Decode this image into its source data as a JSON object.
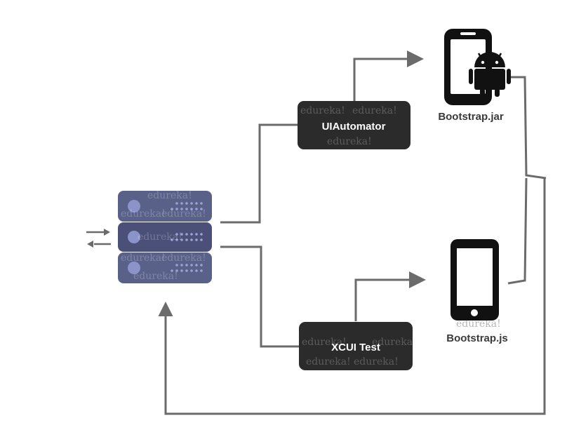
{
  "nodes": {
    "uiautomator": {
      "label": "UIAutomator"
    },
    "xcuitest": {
      "label": "XCUI Test"
    },
    "android_device": {
      "label": "Bootstrap.jar"
    },
    "ios_device": {
      "label": "Bootstrap.js"
    }
  },
  "watermark": "edureka!",
  "colors": {
    "box": "#2b2b2b",
    "server": "#5a6189",
    "server_dots": "#9ba3d6",
    "connector": "#6b6b6b",
    "device": "#111111"
  },
  "icons": {
    "server": "server-stack-icon",
    "arrows": "bidirectional-arrows-icon",
    "android_phone": "android-phone-icon",
    "ios_phone": "smartphone-icon"
  }
}
